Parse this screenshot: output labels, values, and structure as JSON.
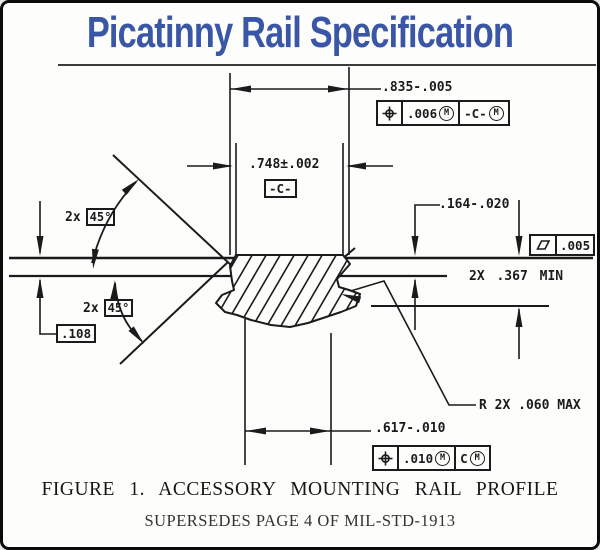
{
  "title": "Picatinny Rail Specification",
  "figure": {
    "caption": "FIGURE 1. ACCESSORY MOUNTING RAIL PROFILE",
    "supersedes": "SUPERSEDES PAGE 4 OF MIL-STD-1913"
  },
  "colors": {
    "title_blue": "#3a56a6",
    "ink": "#1b1b1b",
    "paper": "#fdfdfb"
  },
  "dims": {
    "overall_width": ".835-.005",
    "gauge_width": ".748±.002",
    "datum": "-C-",
    "flange_height": ".164-.020",
    "flatness": ".005",
    "min_depth": "2X .367 MIN",
    "angle_qty": "2x",
    "angle": "45°",
    "step": ".108",
    "radius": "R 2X .060 MAX",
    "slot_width": ".617-.010"
  },
  "fcf_top": {
    "tolerance": ".006",
    "modifier": "M",
    "datum": "-C-",
    "datum_modifier": "M"
  },
  "fcf_bottom": {
    "tolerance": ".010",
    "modifier": "M",
    "datum": "C",
    "datum_modifier": "M"
  }
}
